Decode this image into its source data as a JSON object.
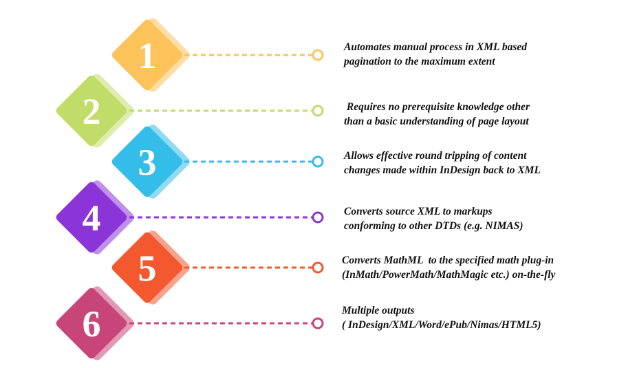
{
  "items": [
    {
      "number": "1",
      "color": "#FDC35B",
      "line1": "Automates manual process in XML based",
      "line2": "pagination to the maximum extent"
    },
    {
      "number": "2",
      "color": "#C2DC6A",
      "line1": " Requires no prerequisite knowledge other",
      "line2": "than a basic understanding of page layout"
    },
    {
      "number": "3",
      "color": "#33BDE8",
      "line1": "Allows effective round tripping of content",
      "line2": "changes made within InDesign back to XML"
    },
    {
      "number": "4",
      "color": "#8B35D8",
      "line1": "Converts source XML to markups",
      "line2": "conforming to other DTDs (e.g. NIMAS)"
    },
    {
      "number": "5",
      "color": "#F4582F",
      "line1": "Converts MathML  to the specified math plug-in",
      "line2": "(InMath/PowerMath/MathMagic etc.) on-the-fly"
    },
    {
      "number": "6",
      "color": "#C8457A",
      "line1": "Multiple outputs",
      "line2": "( InDesign/XML/Word/ePub/Nimas/HTML5)"
    }
  ]
}
